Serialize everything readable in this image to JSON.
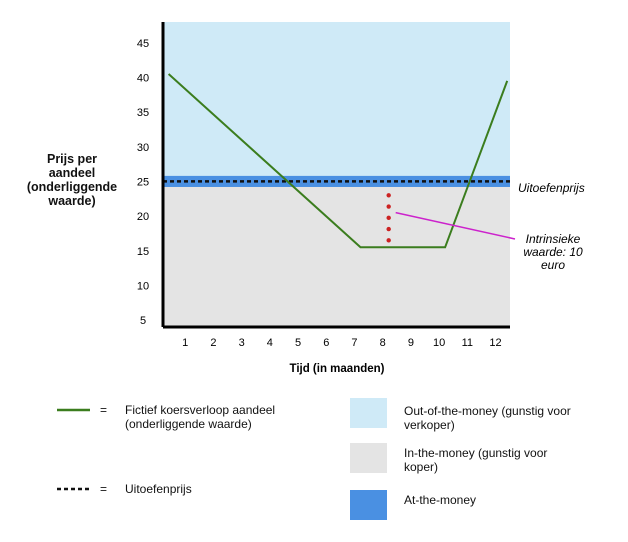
{
  "chart_data": {
    "type": "line",
    "ylabel": "Prijs per\naandeel\n(onderliggende\nwaarde)",
    "xlabel": "Tijd (in maanden)",
    "x_ticks": [
      1,
      2,
      3,
      4,
      5,
      6,
      7,
      8,
      9,
      10,
      11,
      12
    ],
    "y_ticks": [
      5,
      10,
      15,
      20,
      25,
      30,
      35,
      40,
      45
    ],
    "xlim": [
      0,
      12.3
    ],
    "ylim": [
      4,
      48
    ],
    "strike": 25,
    "strike_label": "Uitoefenprijs",
    "series": [
      {
        "points": [
          [
            0.2,
            40.5
          ],
          [
            7,
            15.5
          ],
          [
            10,
            15.5
          ],
          [
            12.2,
            39.5
          ]
        ],
        "color": "#3b7d1e"
      }
    ],
    "bands": [
      {
        "from": 25,
        "to": 48,
        "color": "#cfeaf7"
      },
      {
        "from": 4,
        "to": 25,
        "color": "#e4e4e4"
      },
      {
        "from": 24.2,
        "to": 25.8,
        "color": "#4a90e2"
      }
    ],
    "annotation": {
      "text": "Intrinsieke waarde: 10 euro",
      "x": 8,
      "y_from": 16.5,
      "y_to": 23,
      "color": "#cc2222",
      "line_color": "#cc22cc"
    }
  },
  "legend": {
    "line_label": "Fictief koersverloop aandeel (onderliggende waarde)",
    "dashed_label": "Uitoefenprijs",
    "equals": "=",
    "otm_label": "Out-of-the-money (gunstig voor verkoper)",
    "itm_label": "In-the-money (gunstig voor koper)",
    "atm_label": "At-the-money"
  }
}
